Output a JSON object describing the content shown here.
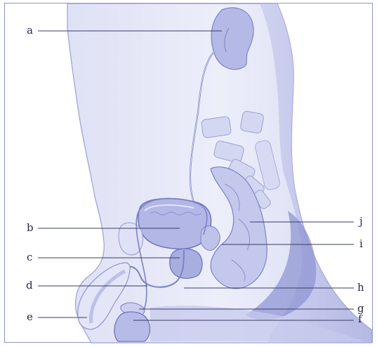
{
  "diagram": {
    "labels": {
      "a": "a",
      "b": "b",
      "c": "c",
      "d": "d",
      "e": "e",
      "f": "f",
      "g": "g",
      "h": "h",
      "i": "i",
      "j": "j"
    },
    "colors": {
      "background": "#ffffff",
      "tissue_light": "#e7e8f7",
      "tissue_mid": "#cdd0ee",
      "tissue_dark": "#b0b4e3",
      "tissue_deep": "#959ad6",
      "outline": "#7c82c4",
      "leader_line": "#3a3d63",
      "label_text": "#23264a"
    }
  }
}
